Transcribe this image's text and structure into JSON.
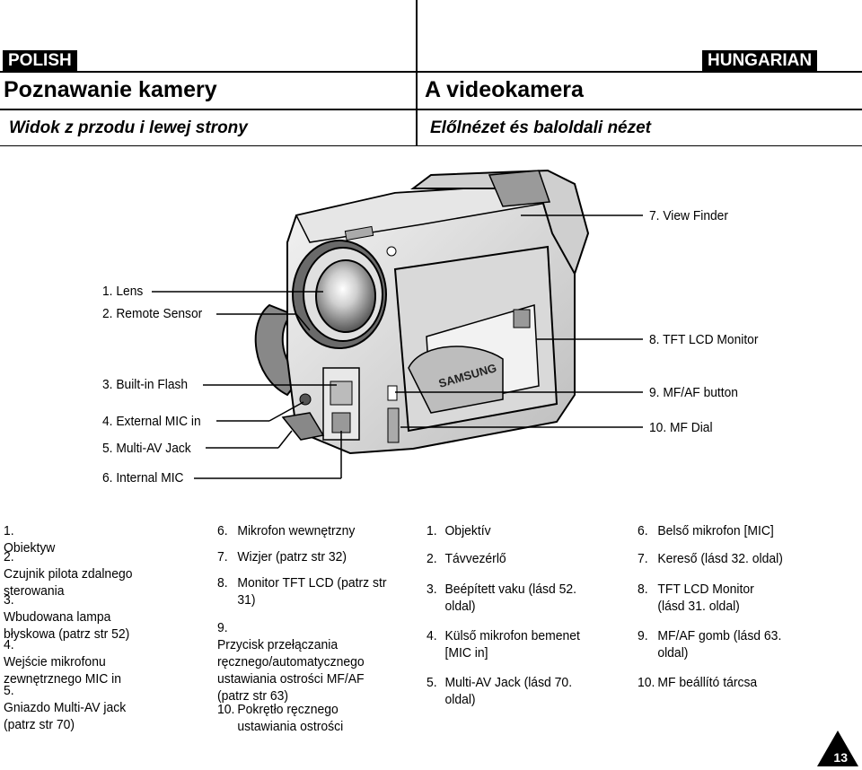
{
  "header": {
    "left_lang": "POLISH",
    "right_lang": "HUNGARIAN",
    "left_title": "Poznawanie kamery",
    "right_title": "A videokamera",
    "left_subtitle": "Widok z przodu i lewej strony",
    "right_subtitle": "Előlnézet és baloldali nézet"
  },
  "diagram": {
    "brand_text": "SAMSUNG",
    "callouts_left": [
      "1. Lens",
      "2. Remote Sensor",
      "3. Built-in Flash",
      "4. External MIC in",
      "5. Multi-AV Jack",
      "6. Internal MIC"
    ],
    "callouts_right": [
      "7. View Finder",
      "8. TFT LCD Monitor",
      "9. MF/AF button",
      "10. MF Dial"
    ]
  },
  "polish_list_col1": [
    {
      "num": "1.",
      "text": "Obiektyw"
    },
    {
      "num": "2.",
      "text": "Czujnik pilota zdalnego sterowania"
    },
    {
      "num": "3.",
      "text": "Wbudowana lampa błyskowa (patrz str 52)"
    },
    {
      "num": "4.",
      "text": "Wejście mikrofonu zewnętrznego MIC in"
    },
    {
      "num": "5.",
      "text": "Gniazdo Multi-AV jack (patrz str 70)"
    }
  ],
  "polish_list_col2": [
    {
      "num": "6.",
      "text": "Mikrofon wewnętrzny"
    },
    {
      "num": "7.",
      "text": "Wizjer (patrz str 32)"
    },
    {
      "num": "8.",
      "text": "Monitor TFT LCD (patrz str 31)"
    },
    {
      "num": "9.",
      "text": "Przycisk przełączania ręcznego/automatycznego ustawiania ostrości MF/AF (patrz str 63)"
    },
    {
      "num": "10.",
      "text": "Pokrętło ręcznego ustawiania ostrości"
    }
  ],
  "hungarian_list_col1": [
    {
      "num": "1.",
      "text": "Objektív"
    },
    {
      "num": "2.",
      "text": "Távvezérlő"
    },
    {
      "num": "3.",
      "text": "Beépített vaku (lásd 52. oldal)"
    },
    {
      "num": "4.",
      "text": "Külső mikrofon bemenet [MIC in]"
    },
    {
      "num": "5.",
      "text": "Multi-AV Jack (lásd 70. oldal)"
    }
  ],
  "hungarian_list_col2": [
    {
      "num": "6.",
      "text": "Belső mikrofon [MIC]"
    },
    {
      "num": "7.",
      "text": "Kereső (lásd 32. oldal)"
    },
    {
      "num": "8.",
      "text": "TFT LCD Monitor (lásd 31. oldal)"
    },
    {
      "num": "9.",
      "text": "MF/AF gomb (lásd 63. oldal)"
    },
    {
      "num": "10.",
      "text": "MF beállító tárcsa"
    }
  ],
  "page_number": "13"
}
